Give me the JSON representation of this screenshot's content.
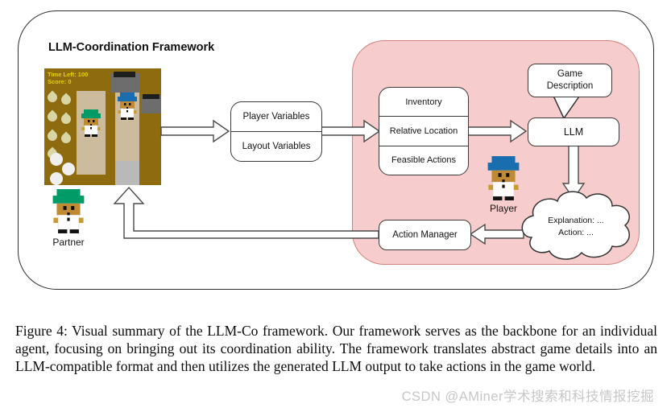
{
  "figure": {
    "title": "LLM-Coordination Framework",
    "caption": "Figure 4: Visual summary of the LLM-Co framework. Our framework serves as the backbone for an individual agent, focusing on bringing out its coordination ability.  The framework translates abstract game details into an LLM-compatible format and then utilizes the generated LLM output to take actions in the game world.",
    "watermark": "CSDN @AMiner学术搜索和科技情报挖掘"
  },
  "game_screenshot": {
    "hud_time": "Time Left: 100",
    "hud_score": "Score: 0"
  },
  "sprites": {
    "partner_label": "Partner",
    "player_label": "Player"
  },
  "boxes": {
    "variables": {
      "rows": [
        "Player Variables",
        "Layout Variables"
      ]
    },
    "context": {
      "rows": [
        "Inventory",
        "Relative Location",
        "Feasible Actions"
      ]
    },
    "game_description": "Game\nDescription",
    "llm": "LLM",
    "action_manager": "Action Manager",
    "llm_output": "Explanation: ...\nAction: ..."
  },
  "colors": {
    "pink_panel_fill": "#f6cdcc",
    "pink_panel_border": "#d2807b",
    "game_floor": "#8e6b0e",
    "counter_tan": "#cdbb9e",
    "hud_yellow": "#e3d303",
    "partner_hat_green": "#009b66",
    "player_hat_blue": "#1a6dae",
    "watermark_gray": "#c7c7c7"
  }
}
